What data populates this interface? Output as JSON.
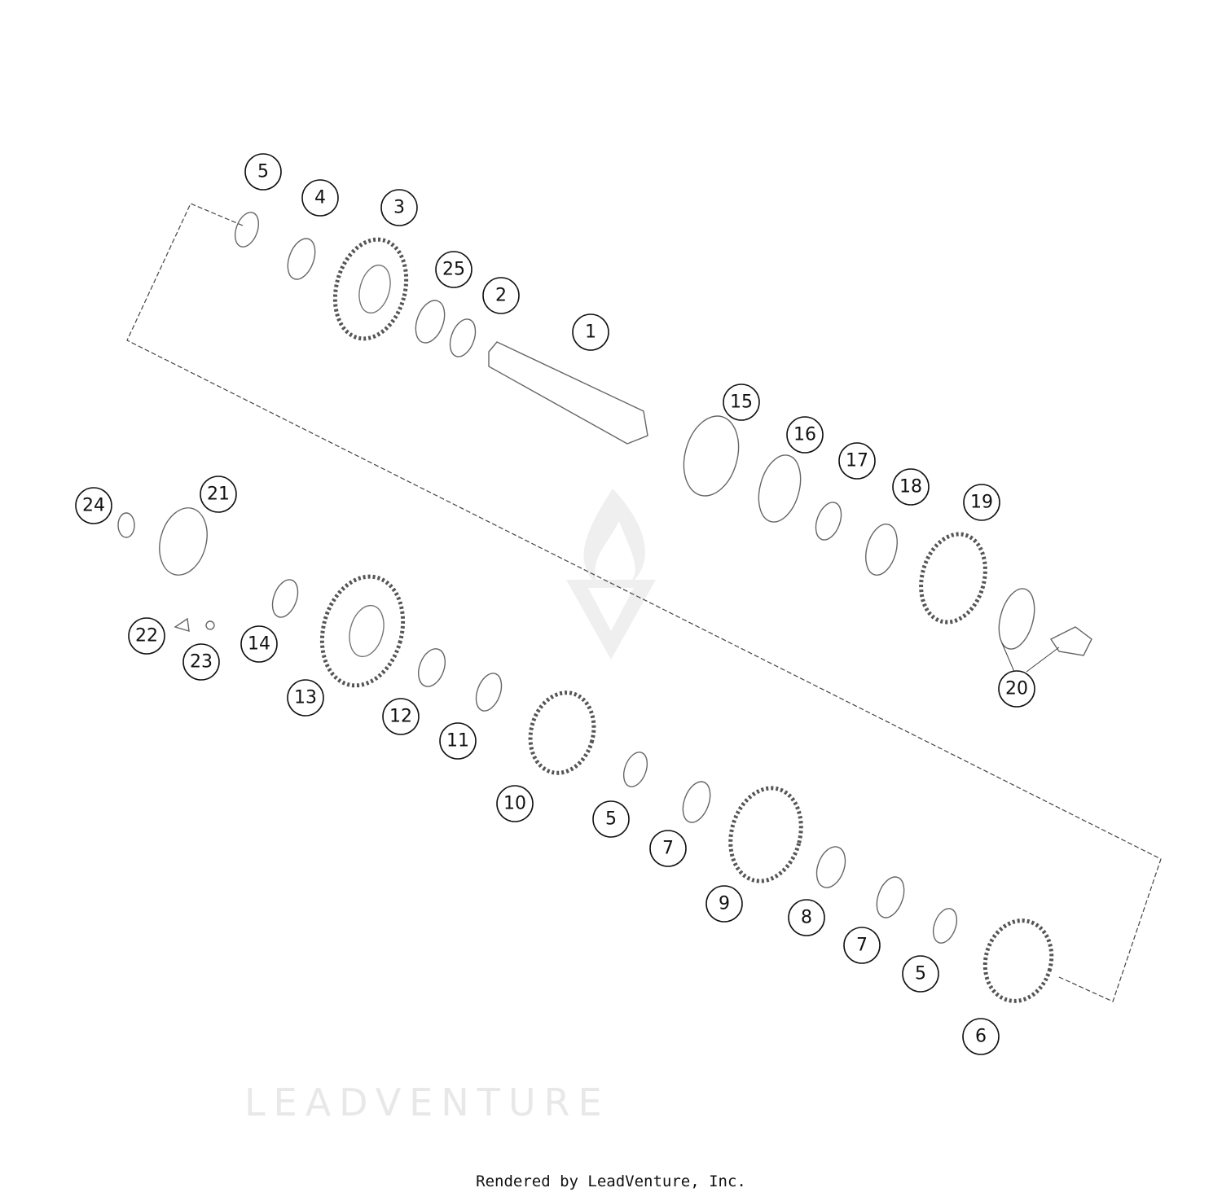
{
  "diagram": {
    "callouts": [
      "5",
      "4",
      "3",
      "25",
      "2",
      "1",
      "15",
      "16",
      "17",
      "18",
      "19",
      "20",
      "24",
      "21",
      "22",
      "23",
      "14",
      "13",
      "12",
      "11",
      "10",
      "5",
      "7",
      "9",
      "8",
      "7",
      "5",
      "6"
    ],
    "watermark": "LEADVENTURE"
  },
  "footer": {
    "text": "Rendered by LeadVenture, Inc."
  }
}
